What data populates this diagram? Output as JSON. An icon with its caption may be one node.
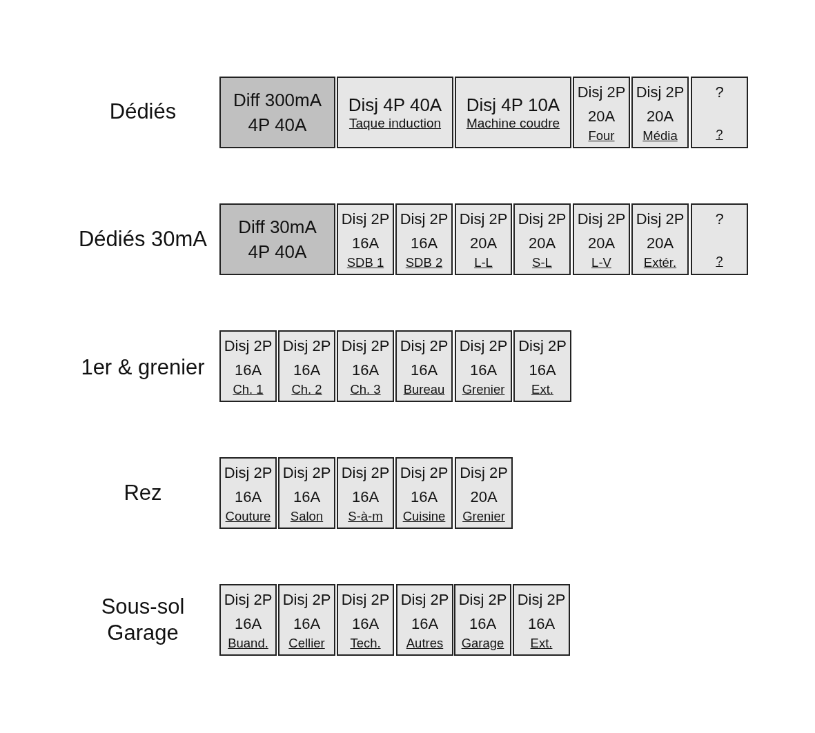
{
  "diagram": {
    "nodes": [
      {
        "text": [
          "Diff 300mA 4P 40A"
        ]
      },
      {
        "text": [
          "Disj 4P 40A",
          "Taque induction"
        ]
      },
      {
        "text": [
          "Disj 4P 10A",
          "Machine coudre"
        ]
      },
      {
        "text": [
          "Disj 2P 20A",
          "Four"
        ]
      },
      {
        "text": [
          "Disj 2P 20A",
          "Média"
        ]
      },
      {
        "text": [
          "?",
          "?"
        ]
      },
      {
        "text": [
          "Diff 30mA 4P 40A"
        ]
      },
      {
        "text": [
          "Disj 2P 16A",
          "SDB 1"
        ]
      },
      {
        "text": [
          "Disj 2P 16A",
          "SDB 2"
        ]
      },
      {
        "text": [
          "Disj 2P 20A",
          "L-L"
        ]
      },
      {
        "text": [
          "Disj 2P 20A",
          "S-L"
        ]
      },
      {
        "text": [
          "Disj 2P 20A",
          "L-V"
        ]
      },
      {
        "text": [
          "Disj 2P 20A",
          "Extér."
        ]
      },
      {
        "text": [
          "?",
          "?"
        ]
      },
      {
        "text": [
          "Disj 2P 16A",
          "Ch. 1"
        ]
      },
      {
        "text": [
          "Disj 2P 16A",
          "Ch. 2"
        ]
      },
      {
        "text": [
          "Disj 2P 16A",
          "Ch. 3"
        ]
      },
      {
        "text": [
          "Disj 2P 16A",
          "Bureau"
        ]
      },
      {
        "text": [
          "Disj 2P 16A",
          "Grenier"
        ]
      },
      {
        "text": [
          "Disj 2P 16A",
          "Ext."
        ]
      },
      {
        "text": [
          "Disj 2P 16A",
          "Couture"
        ]
      },
      {
        "text": [
          "Disj 2P 16A",
          "Salon"
        ]
      },
      {
        "text": [
          "Disj 2P 16A",
          "S-à-m"
        ]
      },
      {
        "text": [
          "Disj 2P 16A",
          "Cuisine"
        ]
      },
      {
        "text": [
          "Disj 2P 20A",
          "Grenier"
        ]
      },
      {
        "text": [
          "Disj 2P 16A",
          "Buand."
        ]
      },
      {
        "text": [
          "Disj 2P 16A",
          "Cellier"
        ]
      },
      {
        "text": [
          "Disj 2P 16A",
          "Tech."
        ]
      },
      {
        "text": [
          "Disj 2P 16A",
          "Autres"
        ]
      },
      {
        "text": [
          "Disj 2P 16A",
          "Garage"
        ]
      },
      {
        "text": [
          "Disj 2P 16A",
          "Ext."
        ]
      }
    ],
    "labels": [
      "Dédiés",
      "Dédiés 30mA",
      "1er & grenier",
      "Rez",
      "Sous-sol Garage"
    ]
  }
}
